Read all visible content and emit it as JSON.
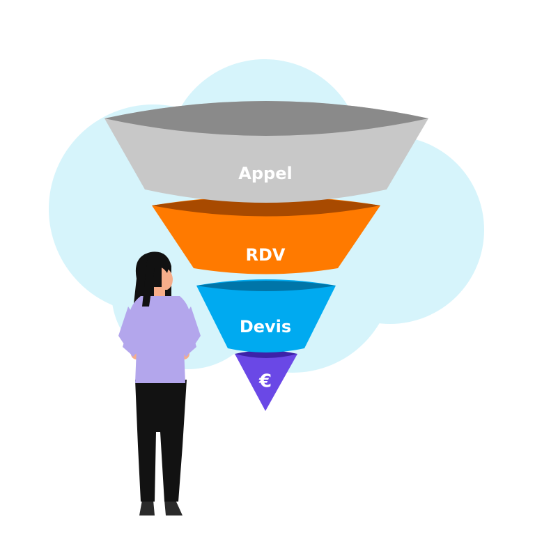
{
  "funnel": {
    "stages": [
      {
        "label": "Appel",
        "color": "#c8c8c8",
        "rim_color": "#8a8a8a"
      },
      {
        "label": "RDV",
        "color": "#ff7a00",
        "rim_color": "#a84a00"
      },
      {
        "label": "Devis",
        "color": "#00aaf0",
        "rim_color": "#0075a8"
      },
      {
        "label": "€",
        "color": "#6a48e6",
        "rim_color": "#3d22a8"
      }
    ]
  },
  "background": {
    "cloud_color": "#d6f4fb"
  },
  "person": {
    "hair_color": "#111111",
    "skin_color": "#f6ad8a",
    "top_color": "#b3a6ec",
    "pants_color": "#121212",
    "shoes_color": "#2a2a2a"
  }
}
